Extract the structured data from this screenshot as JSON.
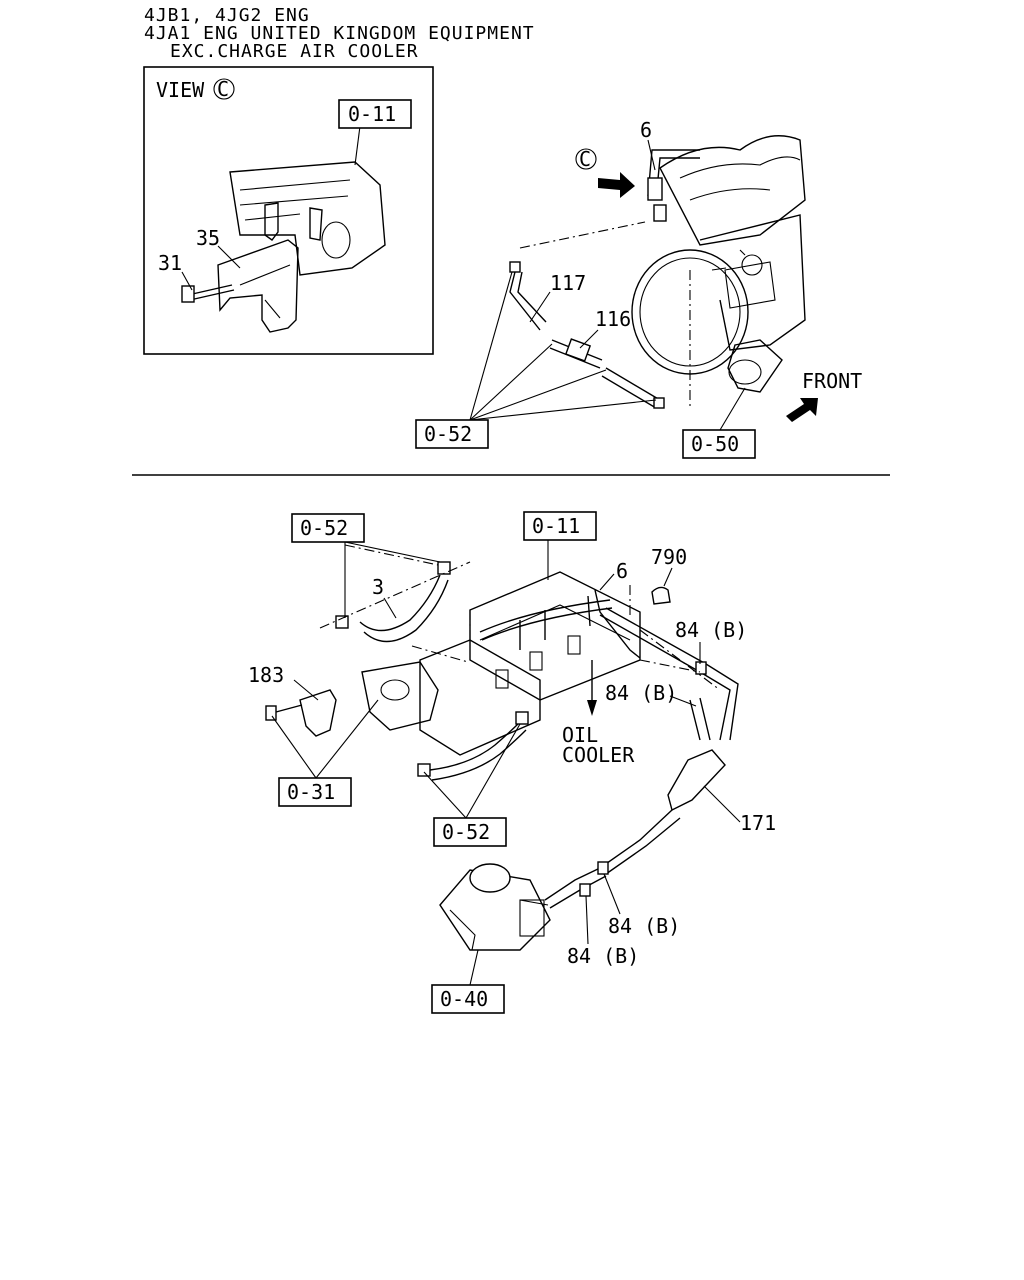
{
  "header": {
    "line1": "4JB1, 4JG2 ENG",
    "line2": "4JA1 ENG UNITED KINGDOM EQUIPMENT",
    "line3": "EXC.CHARGE AIR COOLER"
  },
  "top": {
    "view_label": "VIEW",
    "view_circle": "C",
    "c_arrow_label": "C",
    "front_label": "FRONT",
    "refs": {
      "view_ref": "0-11",
      "hose_ref": "0-52",
      "water_pump_ref": "0-50"
    },
    "callouts": {
      "p6": "6",
      "p31": "31",
      "p35": "35",
      "p116": "116",
      "p117": "117"
    }
  },
  "bottom": {
    "refs": {
      "hose_ref_top": "0-52",
      "head_ref": "0-11",
      "bolt_ref": "0-31",
      "hose_ref_bottom": "0-52",
      "heater_ref": "0-40"
    },
    "callouts": {
      "p790": "790",
      "p6": "6",
      "p3": "3",
      "p183": "183",
      "p84b_1": "84 (B)",
      "p84b_2": "84 (B)",
      "p84b_3": "84 (B)",
      "p84b_4": "84 (B)",
      "p171": "171"
    },
    "oil_cooler_line1": "OIL",
    "oil_cooler_line2": "COOLER"
  },
  "colors": {
    "ink": "#000000",
    "paper": "#ffffff"
  }
}
